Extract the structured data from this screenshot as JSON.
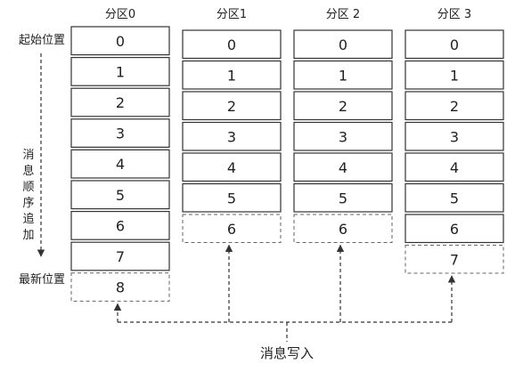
{
  "partitions": [
    {
      "name": "分区0",
      "cells": [
        "0",
        "1",
        "2",
        "3",
        "4",
        "5",
        "6",
        "7"
      ],
      "next": "8"
    },
    {
      "name": "分区1",
      "cells": [
        "0",
        "1",
        "2",
        "3",
        "4",
        "5"
      ],
      "next": "6"
    },
    {
      "name": "分区 2",
      "cells": [
        "0",
        "1",
        "2",
        "3",
        "4",
        "5"
      ],
      "next": "6"
    },
    {
      "name": "分区 3",
      "cells": [
        "0",
        "1",
        "2",
        "3",
        "4",
        "5",
        "6"
      ],
      "next": "7"
    }
  ],
  "labels": {
    "start": "起始位置",
    "latest": "最新位置",
    "append": [
      "消",
      "息",
      "顺",
      "序",
      "追",
      "加"
    ],
    "write": "消息写入"
  },
  "colors": {
    "stroke": "#333333",
    "dashed": "#666666",
    "text": "#222222"
  }
}
